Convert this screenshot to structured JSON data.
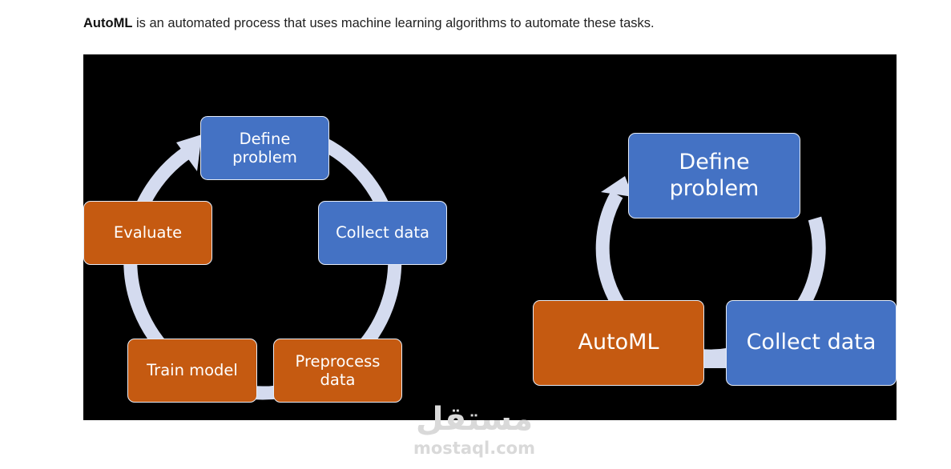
{
  "intro": {
    "term": "AutoML",
    "rest": " is an automated process that uses machine learning algorithms to automate these tasks."
  },
  "diagram": {
    "manual_cycle": {
      "steps": [
        {
          "lines": [
            "Define",
            "problem"
          ],
          "color": "#4472c4"
        },
        {
          "lines": [
            "Collect data"
          ],
          "color": "#4472c4"
        },
        {
          "lines": [
            "Preprocess",
            "data"
          ],
          "color": "#c55a11"
        },
        {
          "lines": [
            "Train model"
          ],
          "color": "#c55a11"
        },
        {
          "lines": [
            "Evaluate"
          ],
          "color": "#c55a11"
        }
      ]
    },
    "automl_cycle": {
      "steps": [
        {
          "lines": [
            "Define",
            "problem"
          ],
          "color": "#4472c4"
        },
        {
          "lines": [
            "Collect data"
          ],
          "color": "#4472c4"
        },
        {
          "lines": [
            "AutoML"
          ],
          "color": "#c55a11"
        }
      ]
    },
    "colors": {
      "background": "#000000",
      "arrow": "#d4dbef",
      "box_border": "#e6ecf7"
    }
  },
  "watermark": {
    "arabic": "مستقل",
    "latin": "mostaql.com"
  }
}
